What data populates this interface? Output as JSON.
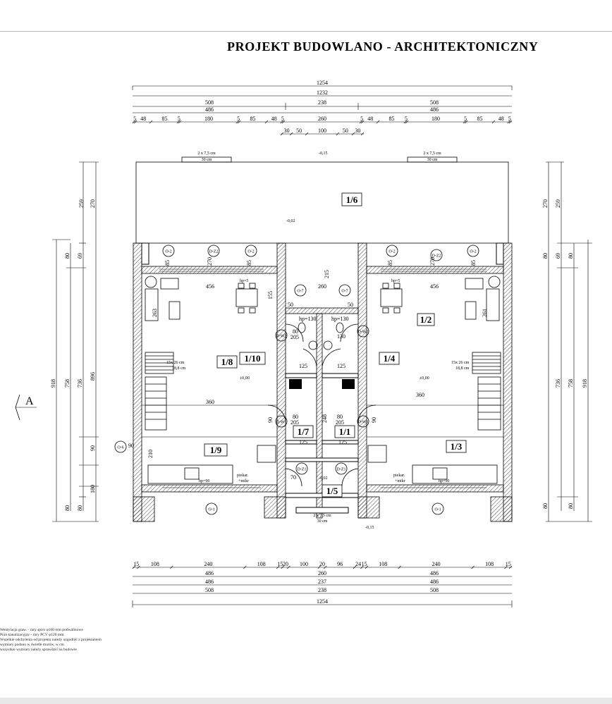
{
  "title": "PROJEKT  BUDOWLANO - ARCHITEKTONICZNY",
  "section_mark": "A",
  "dims_top": {
    "overall": "1254",
    "inner": "1232",
    "left_half": "508",
    "mid_gap": "238",
    "right_half": "508",
    "left_inner": "486",
    "right_inner": "486",
    "center_inner": "260",
    "left_seg": [
      "5",
      "48",
      "85",
      "5",
      "180",
      "5",
      "85",
      "48",
      "5"
    ],
    "right_seg": [
      "5",
      "48",
      "85",
      "5",
      "180",
      "5",
      "85",
      "48",
      "5"
    ],
    "center_seg": [
      "30",
      "50",
      "100",
      "50",
      "30"
    ]
  },
  "dims_bottom": {
    "row1": [
      "15",
      "108",
      "240",
      "108",
      "15",
      "20",
      "100",
      "20",
      "96",
      "24",
      "15",
      "108",
      "240",
      "108",
      "15"
    ],
    "row2_left": "486",
    "row2_mid": "260",
    "row2_right": "486",
    "row3_left": "486",
    "row3_mid": "237",
    "row3_right": "486",
    "row4_left": "508",
    "row4_mid": "238",
    "row4_right": "508",
    "overall": "1254"
  },
  "dims_left": {
    "a": "259",
    "b": "270",
    "c": "918",
    "d": "758",
    "e": "736",
    "f": "896",
    "g": "80",
    "h": "69",
    "i": "90",
    "j": "210",
    "k": "180",
    "l": "80",
    "m": "80"
  },
  "dims_right": {
    "a": "270",
    "b": "259",
    "c": "736",
    "d": "758",
    "e": "918",
    "f": "80",
    "g": "69",
    "h": "80",
    "i": "80",
    "j": "80"
  },
  "rooms": {
    "r16": "1/6",
    "r12": "1/2",
    "r18": "1/8",
    "r110": "1/10",
    "r14": "1/4",
    "r17": "1/7",
    "r11": "1/1",
    "r19": "1/9",
    "r13": "1/3",
    "r15": "1/5"
  },
  "labels": {
    "vent_top": "2 x 7,5 cm",
    "vent_top2": "30 cm",
    "vent_bot": "2 x 7,5 cm",
    "vent_bot2": "30 cm",
    "level_015": "-0,15",
    "level_002": "-0,02",
    "level_000": "±0,00",
    "level_002b": "-0,02",
    "level_015b": "-0,15",
    "o2": "O-2",
    "dz2": "D-Z2",
    "o7": "O-7",
    "dw2": "D-W2",
    "dw1": "D-W1",
    "dz1": "D-Z1",
    "o1": "O-1",
    "o6": "O-6",
    "hp5": "hp=5",
    "hp130": "hp=130",
    "hp90": "hp=90",
    "stairs": "15x 26 cm",
    "stairs2": "18,8 cm",
    "piekar": "piekar.",
    "mikr": "+mikr",
    "d456": "456",
    "d260": "260",
    "d215": "215",
    "d360": "360",
    "d248": "248",
    "d125": "125",
    "d155": "155",
    "d261": "261",
    "d263": "263",
    "d80": "80",
    "d205": "205",
    "d90": "90",
    "d85": "85",
    "d270": "270",
    "d50": "50",
    "d70": "70",
    "d130": "130"
  },
  "notes": [
    "Wentylacja graw. - rury spiro φ100 mm podwalinowe",
    "Pion kanalizacyjny - rury PCV φ120 mm",
    "",
    "Wszelkie odchylenia od projektu należy uzgodnić z projektantem",
    "wymiary podano w świetle murów, w cm",
    "wszystkie wymiary należy sprawdzić na budowie"
  ]
}
